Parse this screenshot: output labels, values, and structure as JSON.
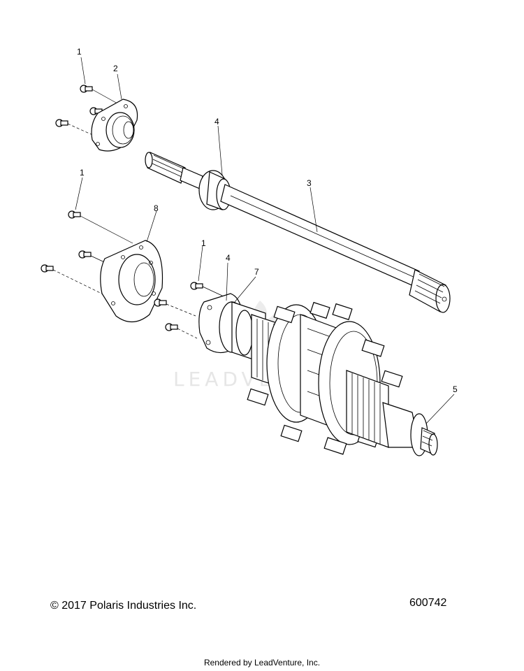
{
  "callouts": [
    {
      "id": "c1a",
      "label": "1"
    },
    {
      "id": "c2",
      "label": "2"
    },
    {
      "id": "c4a",
      "label": "4"
    },
    {
      "id": "c3",
      "label": "3"
    },
    {
      "id": "c1b",
      "label": "1"
    },
    {
      "id": "c8",
      "label": "8"
    },
    {
      "id": "c1c",
      "label": "1"
    },
    {
      "id": "c4b",
      "label": "4"
    },
    {
      "id": "c7",
      "label": "7"
    },
    {
      "id": "c5",
      "label": "5"
    }
  ],
  "watermark": "LEADVENTURE",
  "footer": {
    "copyright": "© 2017 Polaris Industries Inc.",
    "diagram_number": "600742",
    "rendered_by": "Rendered by LeadVenture, Inc."
  }
}
